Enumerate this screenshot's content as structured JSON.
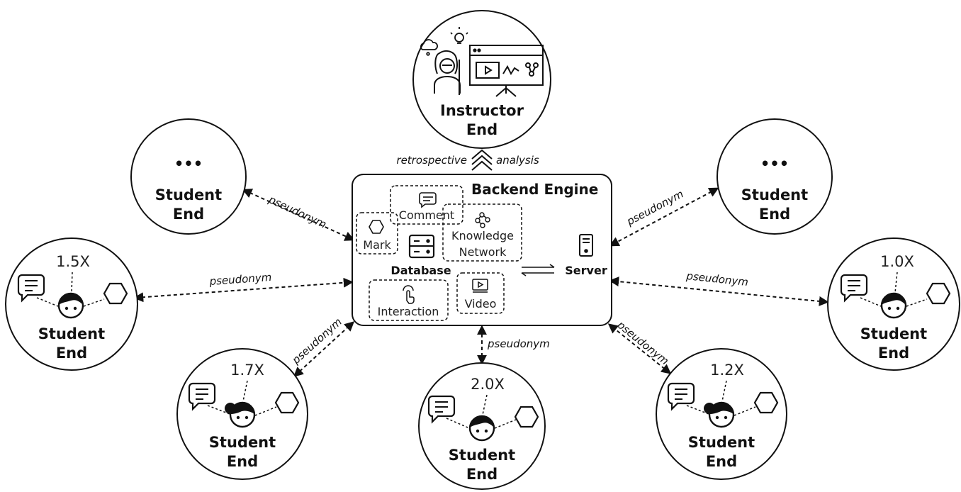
{
  "instructor": {
    "title_line1": "Instructor",
    "title_line2": "End"
  },
  "engine": {
    "title": "Backend Engine",
    "modules": {
      "comment": "Comment",
      "mark": "Mark",
      "knowledge_line1": "Knowledge",
      "knowledge_line2": "Network",
      "interaction": "Interaction",
      "video": "Video"
    },
    "database": "Database",
    "server": "Server"
  },
  "flow_labels": {
    "left": "retrospective",
    "right": "analysis"
  },
  "students": [
    {
      "id": "top-left",
      "line1": "Student",
      "line2": "End",
      "placeholder": "•••"
    },
    {
      "id": "top-right",
      "line1": "Student",
      "line2": "End",
      "placeholder": "•••"
    },
    {
      "id": "mid-left",
      "line1": "Student",
      "line2": "End",
      "speed": "1.5X",
      "hair": "boy"
    },
    {
      "id": "mid-right",
      "line1": "Student",
      "line2": "End",
      "speed": "1.0X",
      "hair": "boy"
    },
    {
      "id": "bottom-left",
      "line1": "Student",
      "line2": "End",
      "speed": "1.7X",
      "hair": "girl"
    },
    {
      "id": "bottom-center",
      "line1": "Student",
      "line2": "End",
      "speed": "2.0X",
      "hair": "boy"
    },
    {
      "id": "bottom-right",
      "line1": "Student",
      "line2": "End",
      "speed": "1.2X",
      "hair": "girl"
    }
  ],
  "connections": {
    "top-left": "pseudonym",
    "top-right": "pseudonym",
    "mid-left": "pseudonym",
    "mid-right": "pseudonym",
    "bottom-left": "pseudonym",
    "bottom-center": "pseudonym",
    "bottom-right": "pseudonym"
  },
  "colors": {
    "stroke": "#111111",
    "background": "#ffffff"
  },
  "icons": [
    "chat-bubble-icon",
    "hexagon-icon",
    "student-face-icon",
    "database-icon",
    "server-icon",
    "network-icon",
    "video-icon",
    "touch-icon",
    "chevron-up-icon",
    "presentation-board-icon",
    "lightbulb-icon",
    "cloud-icon",
    "teacher-icon"
  ]
}
